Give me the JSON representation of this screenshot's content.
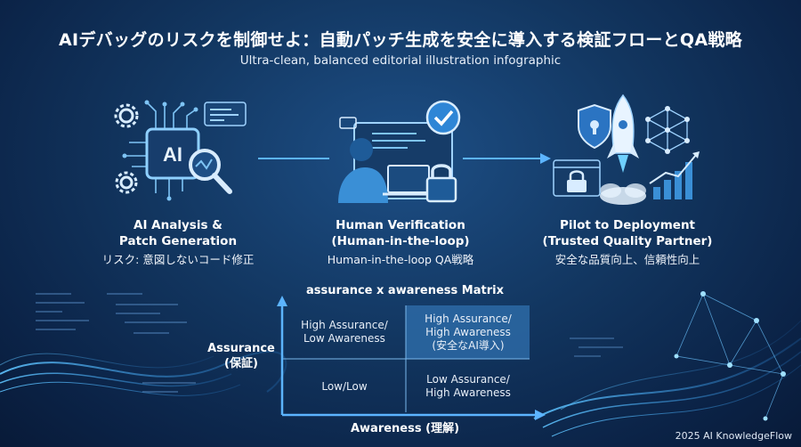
{
  "title": "AIデバッグのリスクを制御せよ：自動パッチ生成を安全に導入する検証フローとQA戦略",
  "subtitle": "Ultra-clean, balanced editorial  illustration infographic",
  "icons": {
    "step1": [
      "ai-chip-icon",
      "magnifier-icon",
      "gear-icon",
      "code-window-icon"
    ],
    "step2": [
      "developer-icon",
      "checkmark-icon",
      "lock-icon",
      "laptop-icon"
    ],
    "step3": [
      "shield-icon",
      "rocket-icon",
      "network-icon",
      "bar-chart-icon"
    ]
  },
  "icon_texts": {
    "ai_chip": "AI"
  },
  "steps": [
    {
      "title_line1": "AI Analysis &",
      "title_line2": "Patch Generation",
      "desc": "リスク: 意図しないコード修正"
    },
    {
      "title_line1": "Human Verification",
      "title_line2": "(Human-in-the-loop)",
      "desc": "Human-in-the-loop QA戦略"
    },
    {
      "title_line1": "Pilot to Deployment",
      "title_line2": "(Trusted Quality Partner)",
      "desc": "安全な品質向上、信頼性向上"
    }
  ],
  "matrix": {
    "title": "assurance x awareness Matrix",
    "y_axis_line1": "Assurance",
    "y_axis_line2": "(保証)",
    "x_axis": "Awareness (理解)",
    "cells": {
      "top_left": "High Assurance/\nLow Awareness",
      "top_right": "High Assurance/\nHigh Awareness\n(安全なAI導入)",
      "bottom_left": "Low/Low",
      "bottom_right": "Low Assurance/\nHigh Awareness"
    },
    "highlighted_cell": "top_right"
  },
  "footer": "2025 AI KnowledgeFlow",
  "colors": {
    "accent": "#4aa8f0",
    "highlight_cell": "#2d6aa6",
    "background": "#123660"
  }
}
